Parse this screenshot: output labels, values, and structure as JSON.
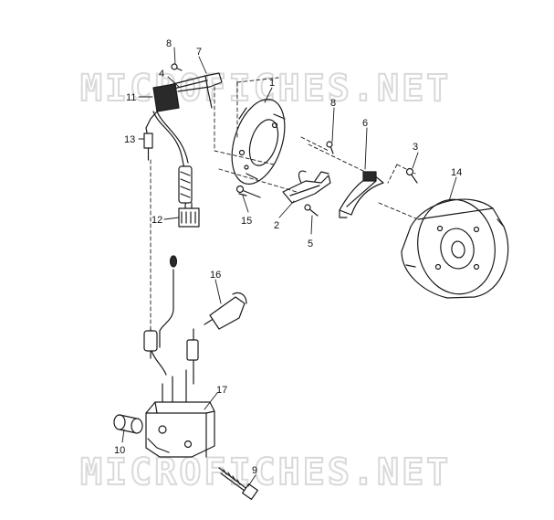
{
  "watermark": {
    "text": "MICROFICHES.NET"
  },
  "callouts": {
    "p1": "1",
    "p2": "2",
    "p3": "3",
    "p4": "4",
    "p5": "5",
    "p6": "6",
    "p7": "7",
    "p8a": "8",
    "p8b": "8",
    "p9": "9",
    "p10": "10",
    "p11": "11",
    "p12": "12",
    "p13": "13",
    "p14": "14",
    "p15": "15",
    "p16": "16",
    "p17": "17"
  },
  "colors": {
    "ink": "#1a1a1a",
    "watermark_stroke": "#d9d9d9",
    "background": "#ffffff"
  }
}
